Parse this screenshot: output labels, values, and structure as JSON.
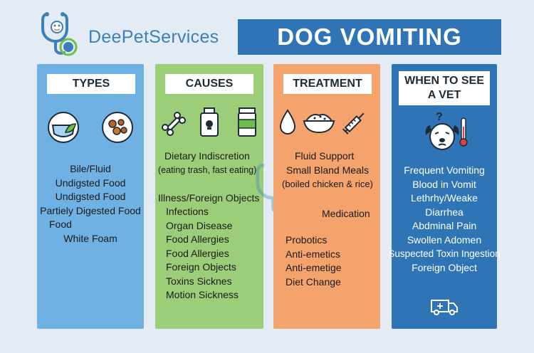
{
  "brand": {
    "name": "DeePetServices"
  },
  "title": "DOG VOMITING",
  "colors": {
    "types": "#6fb1e3",
    "causes": "#9ccd78",
    "treatment": "#f4a36d",
    "vet": "#2f75b5",
    "background": "#e3ecf4"
  },
  "columns": {
    "types": {
      "heading": "TYPES",
      "icons": [
        "water-leaf-bowl-icon",
        "food-chunks-bowl-icon"
      ],
      "items": [
        "Bile/Fluid",
        "Undigsted Food",
        "Undigsted Food",
        "Partiely Digested Food",
        "Food",
        "White Foam"
      ]
    },
    "causes": {
      "heading": "CAUSES",
      "icons": [
        "bone-icon",
        "poison-bottle-icon",
        "medicine-jar-icon"
      ],
      "items": [
        "Dietary Indiscretion",
        "(eating trash, fast eating)",
        "",
        "Illness/Foreign Objects",
        "Infections",
        "Organ Disease",
        "Food Allergies",
        "Food Allergies",
        "Foreign Objects",
        "Toxins Sicknes",
        "Motion Sickness"
      ]
    },
    "treatment": {
      "heading": "TREATMENT",
      "icons": [
        "water-drop-icon",
        "rice-bowl-icon",
        "syringe-icon"
      ],
      "items": [
        "Fluid Support",
        "Small Bland Meals",
        "(boiled chicken & rice)",
        "Medication",
        "Probotics",
        "Anti-emetics",
        "Anti-emetige",
        "Diet Change"
      ]
    },
    "vet": {
      "heading_line1": "WHEN TO SEE",
      "heading_line2": "A VET",
      "icons": [
        "sick-dog-thermometer-icon",
        "ambulance-icon"
      ],
      "question_mark": "?",
      "items": [
        "Frequent Vomiting",
        "Blood in Vomit",
        "Lethrhy/Weake",
        "Diarrhea",
        "Abdminal Pain",
        "Swollen Adomen",
        "Suspected Toxin Ingestion",
        "Foreign Object"
      ]
    }
  }
}
